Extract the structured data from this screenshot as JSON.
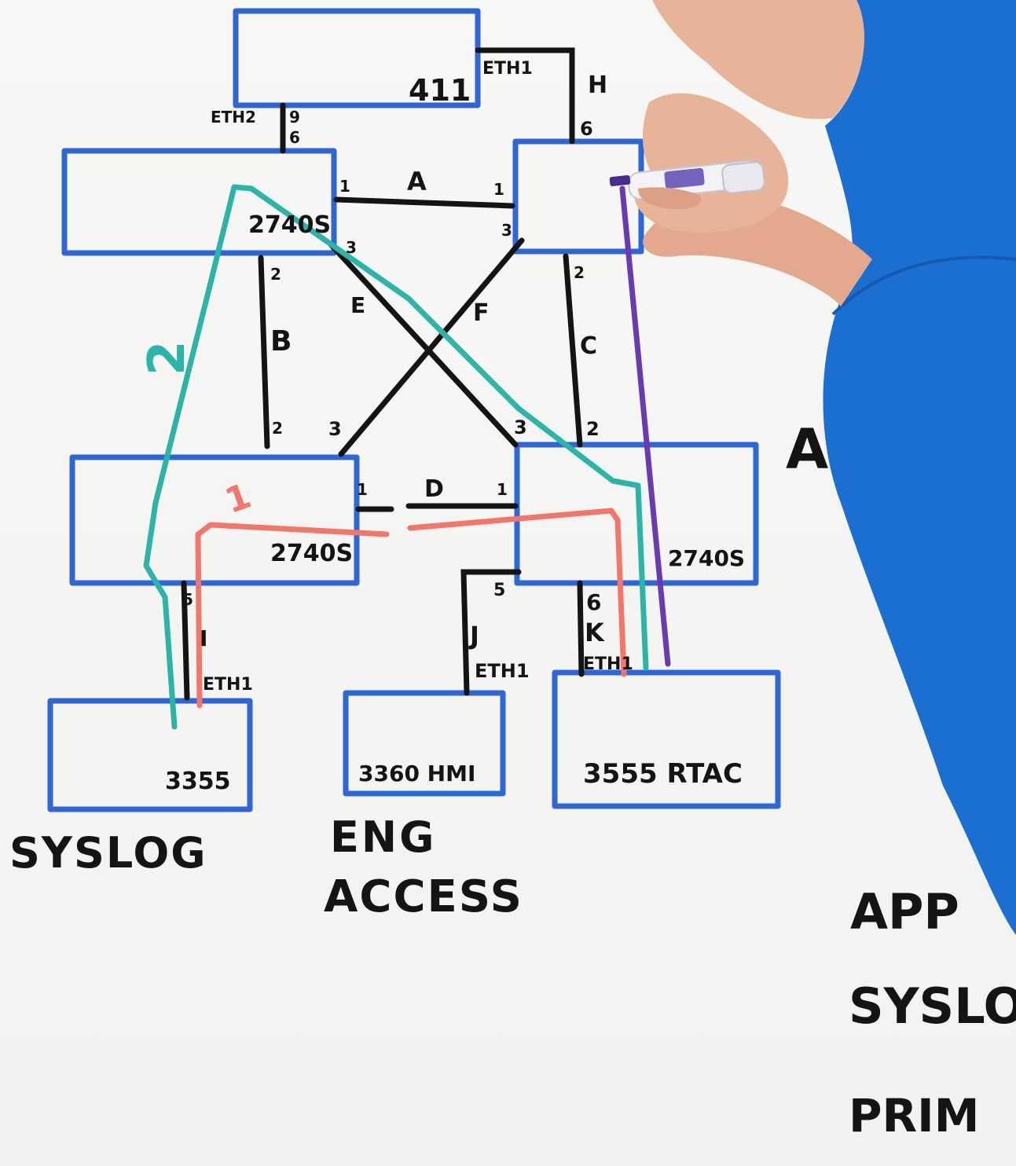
{
  "devices": {
    "core_top": {
      "model": "411",
      "port_label_left": "ETH2",
      "port_label_right": "ETH1",
      "port_num_9": "9",
      "port_num_6": "6"
    },
    "sw_top_left": {
      "model": "2740S",
      "port_1": "1",
      "port_2": "2",
      "port_3": "3"
    },
    "sw_top_right": {
      "port_1": "1",
      "port_2": "2",
      "port_3": "3",
      "port_6": "6"
    },
    "sw_bot_left": {
      "model": "2740S",
      "port_1": "1",
      "port_2": "2",
      "port_3": "3",
      "port_5": "5"
    },
    "sw_bot_right": {
      "model": "2740S",
      "port_1": "1",
      "port_2": "2",
      "port_3": "3",
      "port_5": "5",
      "port_6": "6"
    },
    "end_left": {
      "model": "3355",
      "caption": "SYSLOG",
      "port_label": "ETH1"
    },
    "end_mid": {
      "model": "3360 HMI",
      "caption_1": "ENG",
      "caption_2": "ACCESS",
      "port_label": "ETH1"
    },
    "end_right": {
      "model": "3555 RTAC",
      "port_label": "ETH1"
    }
  },
  "links": {
    "a": "A",
    "b": "B",
    "c": "C",
    "d": "D",
    "e": "E",
    "f": "F",
    "h": "H",
    "i": "I",
    "j": "J",
    "k": "K"
  },
  "paths": {
    "teal_label": "2",
    "red_label": "1"
  },
  "side_list": {
    "partial_letter": "A",
    "items": [
      "APP",
      "SYSLO",
      "PRIM"
    ]
  },
  "colors": {
    "box": "#2f66d6",
    "line": "#141414",
    "teal": "#2bb5a8",
    "red": "#f2766a",
    "purple": "#6a3bb0",
    "shirt": "#1b6fd1"
  }
}
